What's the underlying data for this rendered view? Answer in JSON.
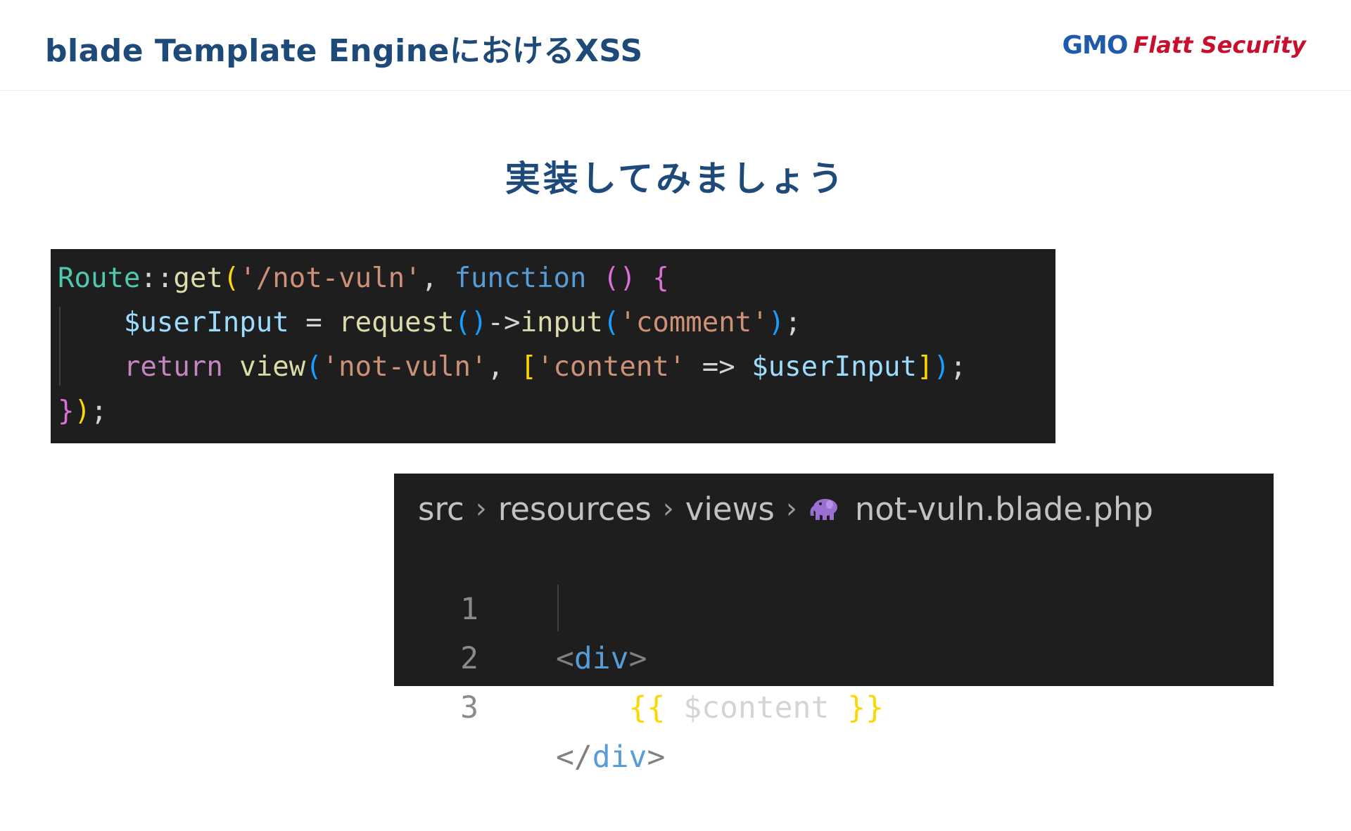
{
  "header": {
    "title": "blade Template EngineにおけるXSS",
    "logo_gmo": "GMO",
    "logo_brand": "Flatt Security"
  },
  "subtitle": "実装してみましょう",
  "route_code": {
    "line1": {
      "class": "Route",
      "sep": "::",
      "method": "get",
      "paren_open": "(",
      "path": "'/not-vuln'",
      "comma": ", ",
      "keyword": "function",
      "params": " ()",
      "brace_open": " {"
    },
    "line2": {
      "indent": "    ",
      "var": "$userInput",
      "assign": " = ",
      "fn": "request",
      "call_parens": "()",
      "arrow": "->",
      "method": "input",
      "paren_open": "(",
      "arg": "'comment'",
      "paren_close": ")",
      "end": ";"
    },
    "line3": {
      "indent": "    ",
      "keyword": "return",
      "space": " ",
      "fn": "view",
      "paren_open": "(",
      "arg1": "'not-vuln'",
      "comma": ", ",
      "bracket_open": "[",
      "key": "'content'",
      "arrow": " => ",
      "value": "$userInput",
      "bracket_close": "]",
      "paren_close": ")",
      "end": ";"
    },
    "line4": {
      "brace_close": "}",
      "paren_close": ")",
      "end": ";"
    }
  },
  "blade_file": {
    "breadcrumb": [
      "src",
      "resources",
      "views",
      "not-vuln.blade.php"
    ],
    "icon": "php-elephant-icon",
    "lines": [
      {
        "number": "1",
        "open": "<",
        "tag": "div",
        "close": ">"
      },
      {
        "number": "2",
        "indent": "    ",
        "echo_open": "{{",
        "expr": " $content ",
        "echo_close": "}}"
      },
      {
        "number": "3",
        "open": "</",
        "tag": "div",
        "close": ">"
      }
    ]
  },
  "colors": {
    "title": "#1e4a7a",
    "logo_gmo": "#1f5bab",
    "logo_brand": "#c8102e",
    "code_background": "#1e1e1e"
  }
}
